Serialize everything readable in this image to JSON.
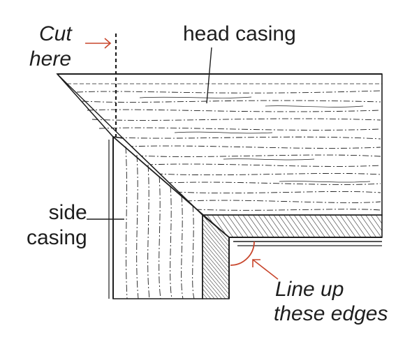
{
  "labels": {
    "cut_line1": "Cut",
    "cut_line2": "here",
    "head_casing": "head casing",
    "side_line1": "side",
    "side_line2": "casing",
    "lineup_line1": "Line up",
    "lineup_line2": "these edges"
  },
  "colors": {
    "ink": "#1e1e1e",
    "accent": "#c8462c",
    "background": "#ffffff"
  }
}
